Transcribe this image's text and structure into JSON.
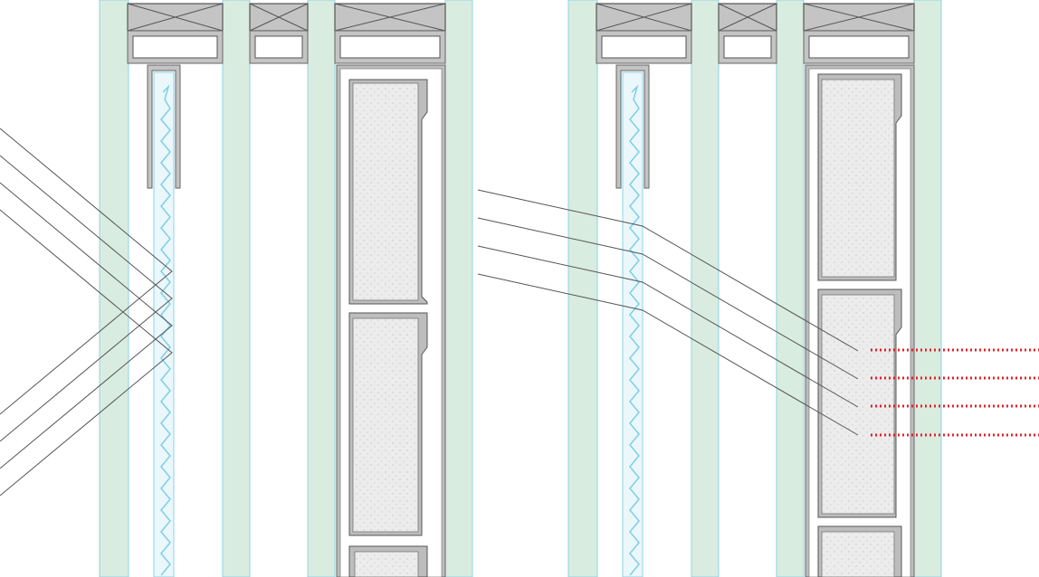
{
  "colors": {
    "background": "#ffffff",
    "glass_fill": "#d9ece0",
    "glass_edge": "#8fd3e6",
    "cavity_fill": "#ffffff",
    "spacer_fill": "#c4c4c4",
    "spacer_stroke": "#555555",
    "tray_fill": "#ffffff",
    "frame_fill": "#bdbdbd",
    "frame_stroke": "#666666",
    "insulation_fill": "#ececec",
    "prism_line": "#7fd0e6",
    "ray_line": "#555555",
    "heat_dots": "#e0242c"
  },
  "icons": {
    "spacer": "spacer-cross-icon",
    "prism": "zigzag-prism-film-icon",
    "heat": "red-dotted-heat-icon"
  },
  "panels": [
    {
      "name": "left-unit",
      "description_visible": false,
      "incoming_rays": 4,
      "ray_behavior": "reflected",
      "heat_arrows": 0
    },
    {
      "name": "right-unit",
      "description_visible": false,
      "incoming_rays": 4,
      "ray_behavior": "transmitted",
      "heat_arrows": 4
    }
  ]
}
